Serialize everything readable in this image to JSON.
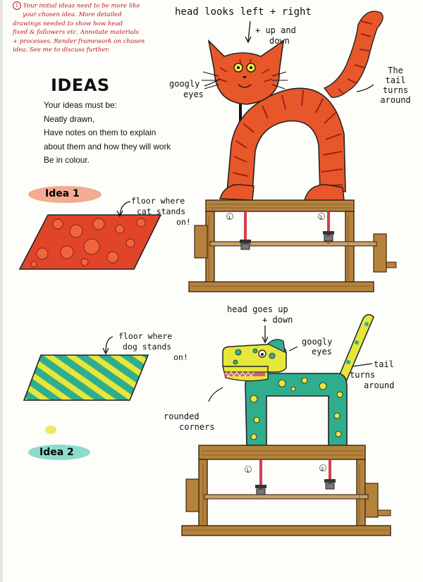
{
  "teacher_note": {
    "number": "1",
    "lines": [
      "Your initial ideas need to be more like",
      "your chosen idea. More detailed",
      "drawings needed to show how head",
      "fixed & followers etc. Annotate materials",
      "+ processes. Render framework on chosen",
      "idea. See me to discuss further."
    ]
  },
  "heading": "IDEAS",
  "brief": {
    "intro": "Your ideas must be:",
    "points": [
      "Neatly drawn,",
      "Have notes on them to explain",
      "about them and how they will work",
      "Be in colour."
    ]
  },
  "idea1": {
    "label": "Idea 1",
    "floor_note": [
      "floor where",
      "cat stands",
      "on!"
    ],
    "head_note": "head looks left + right",
    "up_down_note": [
      "+ up and",
      "down"
    ],
    "eyes_note": [
      "googly",
      "eyes"
    ],
    "tail_note": [
      "The",
      "tail",
      "turns",
      "around"
    ],
    "follower_numbers": [
      "1",
      "2"
    ]
  },
  "idea2": {
    "label": "Idea 2",
    "floor_note": [
      "floor where",
      "dog stands",
      "on!"
    ],
    "head_note": [
      "head goes up",
      "+ down"
    ],
    "eyes_note": [
      "googly",
      "eyes"
    ],
    "tail_note": [
      "tail",
      "turns",
      "around"
    ],
    "corners_note": [
      "rounded",
      "corners"
    ],
    "follower_numbers": [
      "1",
      "2"
    ]
  },
  "colors": {
    "teacher_ink": "#c0141b",
    "cat_orange": "#e8572a",
    "cat_stripe": "#9c2410",
    "dog_green": "#2fae8e",
    "dog_yellow": "#e7e63a",
    "wood": "#b5823d",
    "wood_dark": "#7a5222",
    "idea1_highlight": "#e86a3a",
    "idea2_highlight": "#2fc0a5"
  }
}
